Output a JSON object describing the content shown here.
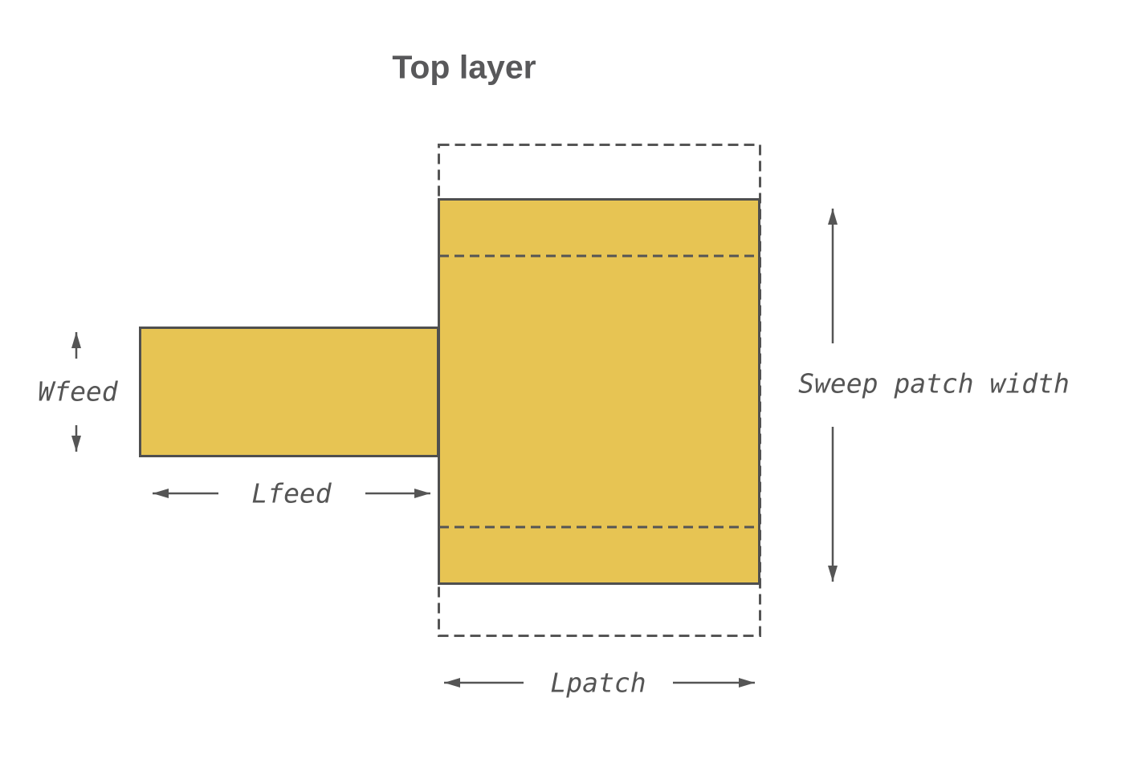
{
  "diagram": {
    "title": "Top layer",
    "labels": {
      "wfeed": "Wfeed",
      "lfeed": "Lfeed",
      "lpatch": "Lpatch",
      "sweep_patch_width": "Sweep patch width"
    },
    "colors": {
      "patch_fill": "#E7C453",
      "shape_outline": "#4F4F4F",
      "dimension_line": "#555555",
      "label_text": "#555555",
      "title_text": "#58585A",
      "background": "#FFFFFF"
    }
  }
}
